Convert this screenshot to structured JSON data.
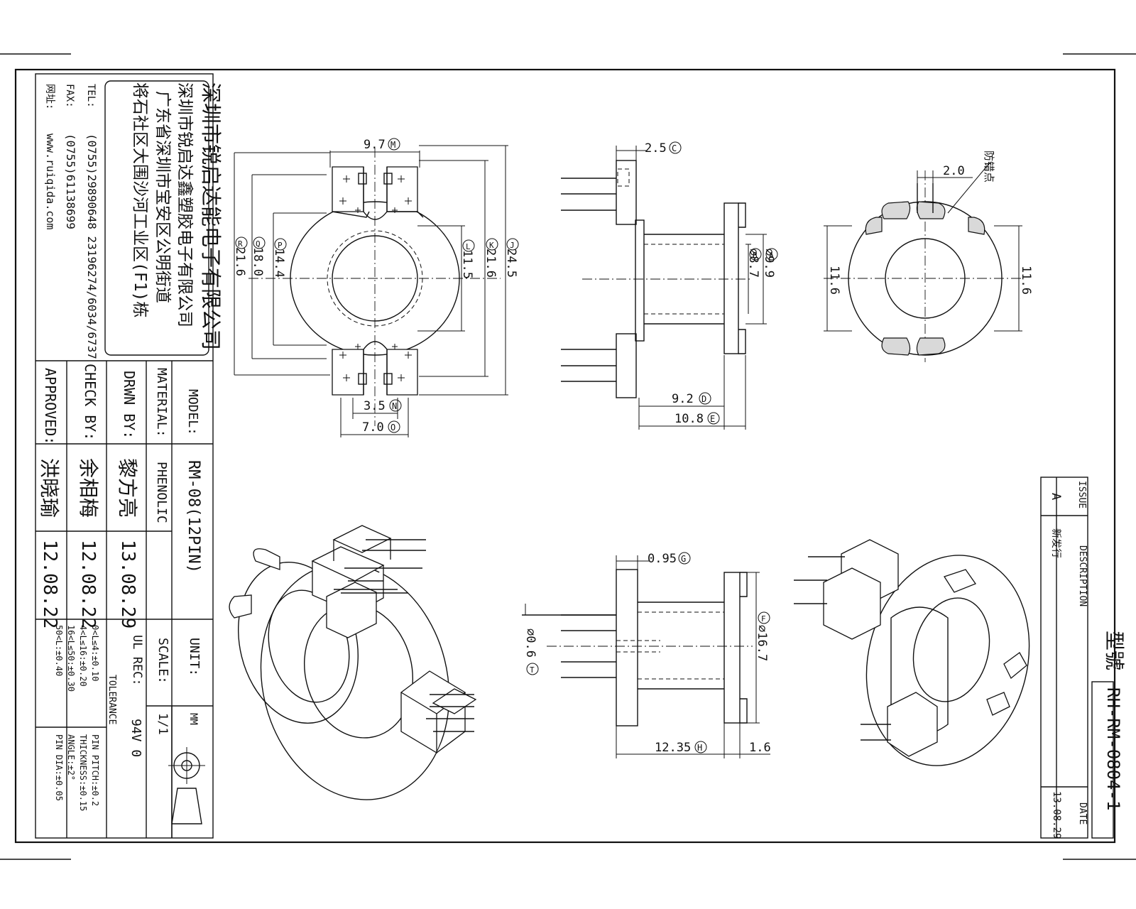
{
  "company": {
    "name_line1": "深圳市锐启达能电子有限公司",
    "name_line2": "深圳市锐启达鑫塑胶电子有限公司",
    "address_line1": "广东省深圳市宝安区公明街道",
    "address_line2": "将石社区大围沙河工业区(F1)栋",
    "tel_label": "TEL:",
    "tel_value": "(0755)29890648  23196274/6034/6737",
    "fax_label": "FAX:",
    "fax_value": "(0755)61138699",
    "web_label": "网址:",
    "web_value": "www.ruiqida.com"
  },
  "title_block": {
    "model_label": "MODEL:",
    "model_value": "RM-08(12PIN)",
    "material_label": "MATERIAL:",
    "material_value": "PHENOLIC",
    "drawn_label": "DRWN BY:",
    "drawn_name": "黎方亮",
    "drawn_date": "13.08.29",
    "check_label": "CHECK BY:",
    "check_name": "余相梅",
    "check_date": "12.08.22",
    "approved_label": "APPROVED:",
    "approved_name": "洪晓瑜",
    "approved_date": "12.08.22",
    "unit_label": "UNIT:",
    "unit_value": "MM",
    "scale_label": "SCALE:",
    "scale_value": "1/1",
    "ul_label": "UL REC:",
    "ul_value": "94V 0",
    "tolerance_label": "TOLERANCE",
    "tolerance_rows": [
      "0<L≤4:±0.10",
      "4<L≤16:±0.20",
      "16<L≤50:±0.30",
      "50<L:±0.40"
    ],
    "tolerance_rows_right": [
      "PIN PITCH:±0.2",
      "THICKNESS:±0.15",
      "ANGLE:±2°",
      "PIN DIA:±0.05"
    ]
  },
  "revision": {
    "issue_label": "ISSUE",
    "description_label": "DESCRIPTION",
    "date_label": "DATE",
    "issue_value": "A",
    "description_value": "新发行",
    "date_value": "13.08.29",
    "type_label": "型號",
    "part_number": "RH-RM-0804-1"
  },
  "dims": {
    "d_M": "9.7",
    "d_N": "3.5",
    "d_O": "7.0",
    "d_P": "14.4",
    "d_Q": "18.0",
    "d_R": "21.6",
    "d_L": "11.5",
    "d_K": "21.6",
    "d_J": "24.5",
    "d_C": "2.5",
    "d_A": "⌀9.9",
    "d_B": "⌀8.7",
    "d_D": "9.2",
    "d_E": "10.8",
    "d_pin": "2.0",
    "pin_note": "防错点",
    "d_left": "11.6",
    "d_right": "11.6",
    "d_G": "0.95",
    "d_T": "⌀0.6",
    "d_F": "⌀16.7",
    "d_H": "12.35",
    "d_16": "1.6",
    "lbl_M": "M",
    "lbl_N": "N",
    "lbl_O": "O",
    "lbl_P": "P",
    "lbl_Q": "Q",
    "lbl_R": "R",
    "lbl_L": "L",
    "lbl_K": "K",
    "lbl_J": "J",
    "lbl_C": "C",
    "lbl_A": "A",
    "lbl_B": "B",
    "lbl_D": "D",
    "lbl_E": "E",
    "lbl_G": "G",
    "lbl_T": "T",
    "lbl_F": "F",
    "lbl_H": "H"
  }
}
